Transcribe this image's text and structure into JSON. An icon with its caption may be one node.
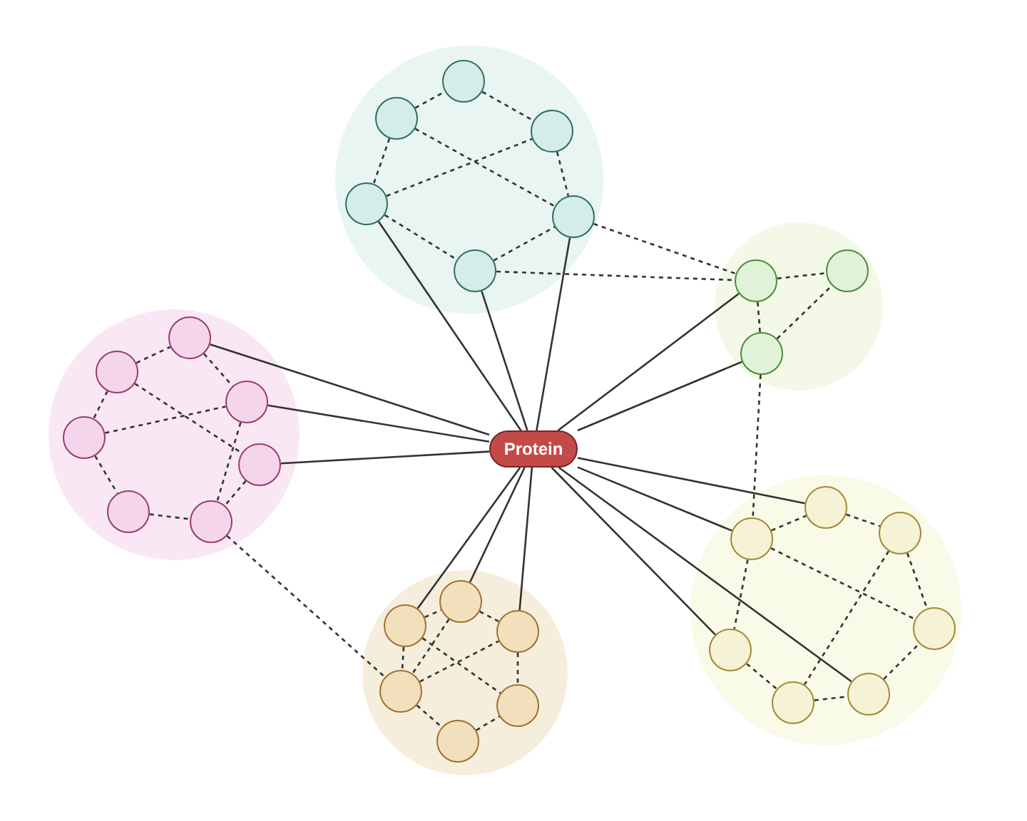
{
  "diagram": {
    "nodes": [
      {
        "text": [],
        "shape": "circle"
      },
      {
        "text": [],
        "shape": "circle",
        "in": 0
      },
      {
        "text": [],
        "shape": "circle",
        "in": 0
      },
      {
        "text": [],
        "shape": "circle",
        "in": 0
      },
      {
        "text": [],
        "shape": "circle",
        "in": 0
      },
      {
        "text": [],
        "shape": "circle",
        "in": 0
      },
      {
        "text": [],
        "shape": "circle",
        "in": 0
      },
      {
        "text": [],
        "shape": "circle"
      },
      {
        "text": [],
        "shape": "circle",
        "in": 7
      },
      {
        "text": [],
        "shape": "circle",
        "in": 7
      },
      {
        "text": [],
        "shape": "circle",
        "in": 7
      },
      {
        "text": [],
        "shape": "circle"
      },
      {
        "text": [],
        "shape": "circle",
        "in": 11
      },
      {
        "text": [],
        "shape": "circle",
        "in": 11
      },
      {
        "text": [],
        "shape": "circle",
        "in": 11
      },
      {
        "text": [],
        "shape": "circle",
        "in": 11
      },
      {
        "text": [],
        "shape": "circle",
        "in": 11
      },
      {
        "text": [],
        "shape": "circle",
        "in": 11
      },
      {
        "text": [],
        "shape": "circle",
        "in": 11
      },
      {
        "text": [
          "Protein"
        ]
      },
      {
        "text": [],
        "shape": "circle"
      },
      {
        "text": [],
        "shape": "circle",
        "in": 20
      },
      {
        "text": [],
        "shape": "circle",
        "in": 20
      },
      {
        "text": [],
        "shape": "circle",
        "in": 20
      },
      {
        "text": [],
        "shape": "circle",
        "in": 20
      },
      {
        "text": [],
        "shape": "circle",
        "in": 20
      },
      {
        "text": [],
        "shape": "circle",
        "in": 20
      },
      {
        "text": [],
        "shape": "circle",
        "in": 20
      },
      {
        "text": [],
        "shape": "circle"
      },
      {
        "text": [],
        "shape": "circle",
        "in": 28
      },
      {
        "text": [],
        "shape": "circle",
        "in": 28
      },
      {
        "text": [],
        "shape": "circle",
        "in": 28
      },
      {
        "text": [],
        "shape": "circle",
        "in": 28
      },
      {
        "text": [],
        "shape": "circle",
        "in": 28
      },
      {
        "text": [],
        "shape": "circle",
        "in": 28
      }
    ],
    "edges": [
      {
        "from": 2,
        "to": 1,
        "arrow": "none",
        "style": "dashed"
      },
      {
        "from": 1,
        "to": 3,
        "arrow": "none",
        "style": "dashed"
      },
      {
        "from": 2,
        "to": 4,
        "arrow": "none",
        "style": "dashed"
      },
      {
        "from": 2,
        "to": 5,
        "arrow": "none",
        "style": "dashed"
      },
      {
        "from": 4,
        "to": 3,
        "arrow": "none",
        "style": "dashed"
      },
      {
        "from": 3,
        "to": 5,
        "arrow": "none",
        "style": "dashed"
      },
      {
        "from": 4,
        "to": 6,
        "arrow": "none",
        "style": "dashed"
      },
      {
        "from": 6,
        "to": 5,
        "arrow": "none",
        "style": "dashed"
      },
      {
        "from": 4,
        "to": 19,
        "arrow": "none"
      },
      {
        "from": 6,
        "to": 19,
        "arrow": "none"
      },
      {
        "from": 5,
        "to": 19,
        "arrow": "none"
      },
      {
        "from": 5,
        "to": 8,
        "arrow": "none",
        "style": "dashed"
      },
      {
        "from": 6,
        "to": 8,
        "arrow": "none",
        "style": "dashed"
      },
      {
        "from": 8,
        "to": 9,
        "arrow": "none",
        "style": "dashed"
      },
      {
        "from": 8,
        "to": 10,
        "arrow": "none",
        "style": "dashed"
      },
      {
        "from": 10,
        "to": 9,
        "arrow": "none",
        "style": "dashed"
      },
      {
        "from": 8,
        "to": 19,
        "arrow": "none"
      },
      {
        "from": 10,
        "to": 19,
        "arrow": "none"
      },
      {
        "from": 10,
        "to": 22,
        "arrow": "none",
        "style": "dashed"
      },
      {
        "from": 13,
        "to": 12,
        "arrow": "none",
        "style": "dashed"
      },
      {
        "from": 12,
        "to": 14,
        "arrow": "none",
        "style": "dashed"
      },
      {
        "from": 13,
        "to": 15,
        "arrow": "none",
        "style": "dashed"
      },
      {
        "from": 13,
        "to": 16,
        "arrow": "none",
        "style": "dashed"
      },
      {
        "from": 15,
        "to": 14,
        "arrow": "none",
        "style": "dashed"
      },
      {
        "from": 14,
        "to": 18,
        "arrow": "none",
        "style": "dashed"
      },
      {
        "from": 15,
        "to": 17,
        "arrow": "none",
        "style": "dashed"
      },
      {
        "from": 17,
        "to": 18,
        "arrow": "none",
        "style": "dashed"
      },
      {
        "from": 16,
        "to": 18,
        "arrow": "none",
        "style": "dashed"
      },
      {
        "from": 12,
        "to": 19,
        "arrow": "none"
      },
      {
        "from": 14,
        "to": 19,
        "arrow": "none"
      },
      {
        "from": 16,
        "to": 19,
        "arrow": "none"
      },
      {
        "from": 18,
        "to": 32,
        "arrow": "none",
        "style": "dashed"
      },
      {
        "from": 19,
        "to": 21,
        "arrow": "none"
      },
      {
        "from": 19,
        "to": 22,
        "arrow": "none"
      },
      {
        "from": 19,
        "to": 25,
        "arrow": "none"
      },
      {
        "from": 19,
        "to": 26,
        "arrow": "none"
      },
      {
        "from": 22,
        "to": 21,
        "arrow": "none",
        "style": "dashed"
      },
      {
        "from": 21,
        "to": 23,
        "arrow": "none",
        "style": "dashed"
      },
      {
        "from": 22,
        "to": 24,
        "arrow": "none",
        "style": "dashed"
      },
      {
        "from": 23,
        "to": 24,
        "arrow": "none",
        "style": "dashed"
      },
      {
        "from": 23,
        "to": 27,
        "arrow": "none",
        "style": "dashed"
      },
      {
        "from": 22,
        "to": 25,
        "arrow": "none",
        "style": "dashed"
      },
      {
        "from": 25,
        "to": 27,
        "arrow": "none",
        "style": "dashed"
      },
      {
        "from": 27,
        "to": 26,
        "arrow": "none",
        "style": "dashed"
      },
      {
        "from": 26,
        "to": 24,
        "arrow": "none",
        "style": "dashed"
      },
      {
        "from": 19,
        "to": 30,
        "arrow": "none"
      },
      {
        "from": 19,
        "to": 29,
        "arrow": "none"
      },
      {
        "from": 19,
        "to": 31,
        "arrow": "none"
      },
      {
        "from": 30,
        "to": 29,
        "arrow": "none",
        "style": "dashed"
      },
      {
        "from": 29,
        "to": 31,
        "arrow": "none",
        "style": "dashed"
      },
      {
        "from": 30,
        "to": 32,
        "arrow": "none",
        "style": "dashed"
      },
      {
        "from": 29,
        "to": 32,
        "arrow": "none",
        "style": "dashed"
      },
      {
        "from": 30,
        "to": 33,
        "arrow": "none",
        "style": "dashed"
      },
      {
        "from": 32,
        "to": 31,
        "arrow": "none",
        "style": "dashed"
      },
      {
        "from": 31,
        "to": 33,
        "arrow": "none",
        "style": "dashed"
      },
      {
        "from": 32,
        "to": 34,
        "arrow": "none",
        "style": "dashed"
      },
      {
        "from": 34,
        "to": 33,
        "arrow": "none",
        "style": "dashed"
      }
    ]
  }
}
